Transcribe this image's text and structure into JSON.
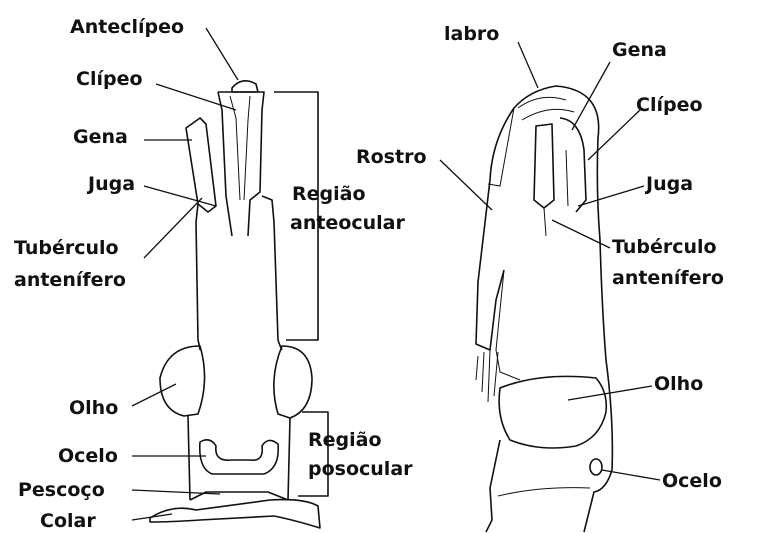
{
  "left_view": {
    "labels": {
      "anteclipeo": "Anteclípeo",
      "clipeo": "Clípeo",
      "gena": "Gena",
      "juga": "Juga",
      "tuberculo_1": "Tubérculo",
      "tuberculo_2": "antenífero",
      "regiao_ante_1": "Região",
      "regiao_ante_2": "anteocular",
      "olho": "Olho",
      "ocelo": "Ocelo",
      "regiao_pos_1": "Região",
      "regiao_pos_2": "posocular",
      "pescoco": "Pescoço",
      "colar": "Colar"
    }
  },
  "right_view": {
    "labels": {
      "labro": "labro",
      "gena": "Gena",
      "clipeo": "Clípeo",
      "rostro": "Rostro",
      "juga": "Juga",
      "tuberculo_1": "Tubérculo",
      "tuberculo_2": "antenífero",
      "olho": "Olho",
      "ocelo": "Ocelo"
    }
  },
  "colors": {
    "ink": "#111111",
    "background": "#ffffff"
  }
}
